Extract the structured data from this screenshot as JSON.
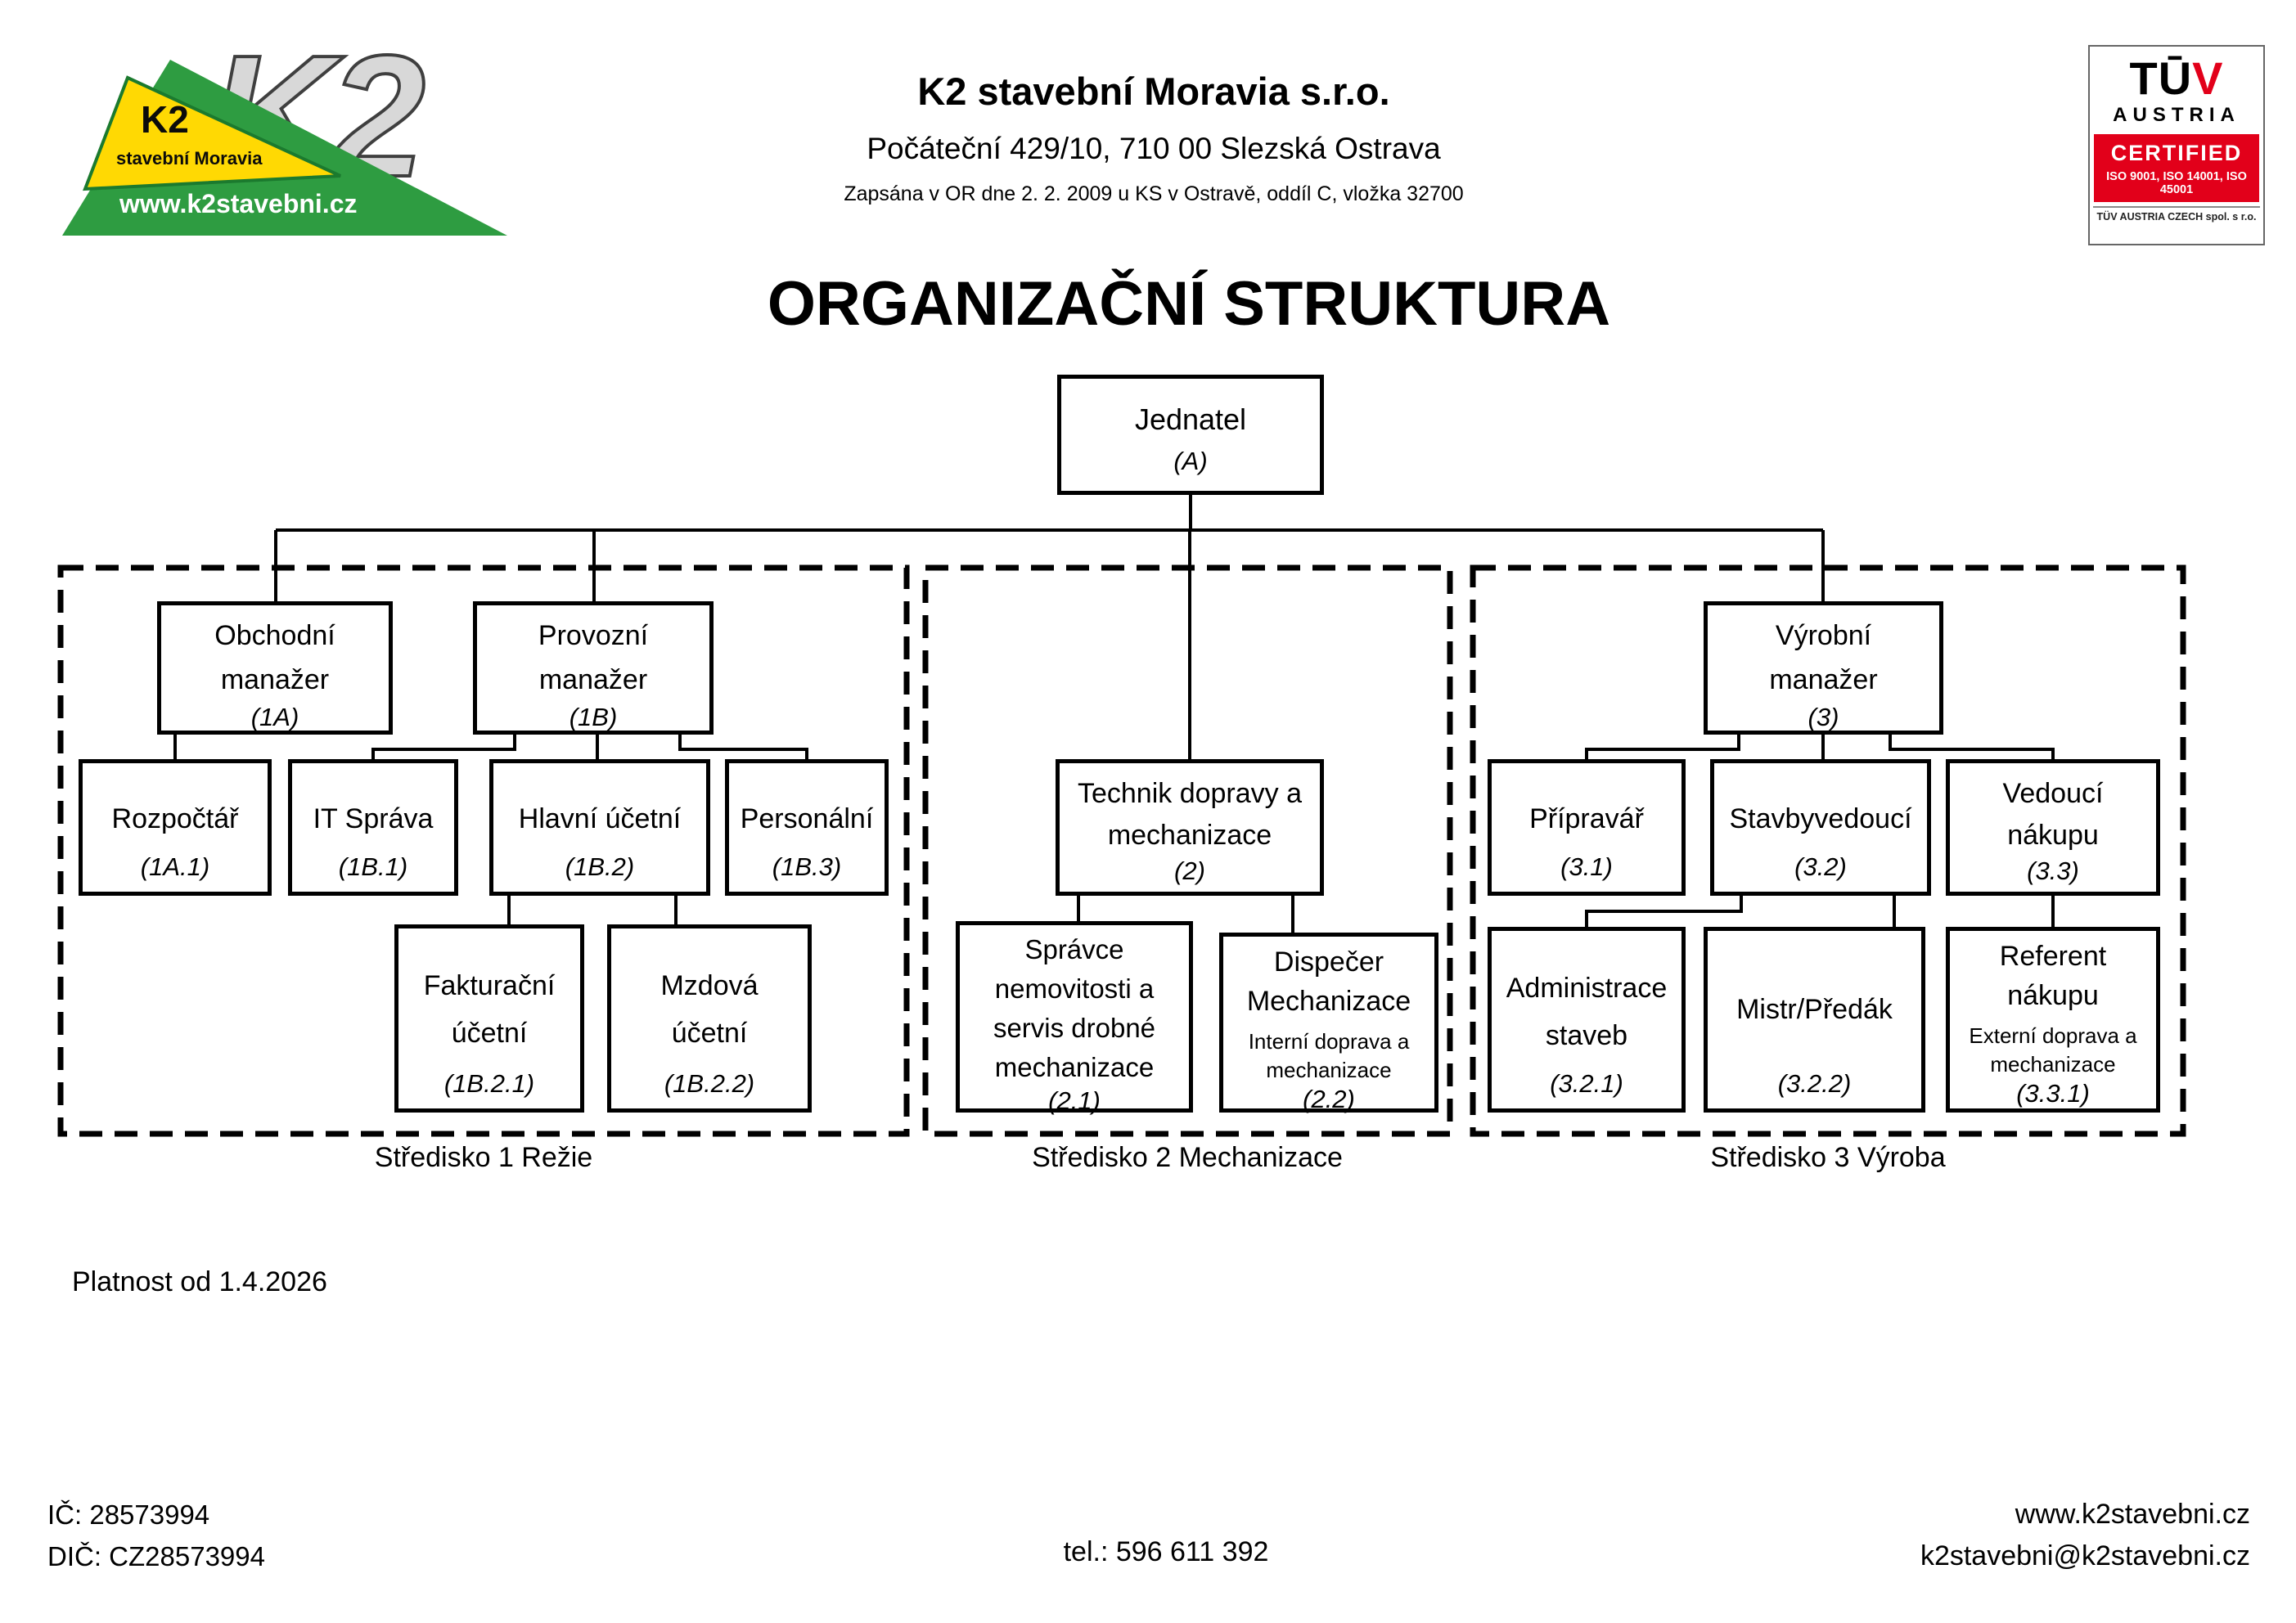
{
  "header": {
    "logo": {
      "big_mark": "K2",
      "mark": "K2",
      "subtitle": "stavební Moravia",
      "website": "www.k2stavebni.cz"
    },
    "company": {
      "name": "K2 stavební Moravia s.r.o.",
      "address": "Počáteční 429/10, 710 00  Slezská Ostrava",
      "registration": "Zapsána v OR dne 2. 2. 2009 u KS v Ostravě, oddíl C, vložka 32700"
    },
    "tuv": {
      "brand_tu": "TŪ",
      "brand_v": "V",
      "country": "AUSTRIA",
      "certified": "CERTIFIED",
      "standards": "ISO 9001, ISO 14001, ISO 45001",
      "company": "TÜV AUSTRIA CZECH spol. s r.o."
    }
  },
  "title": "ORGANIZAČNÍ STRUKTURA",
  "chart": {
    "boxes": {
      "jednatel": {
        "title": "Jednatel",
        "code": "(A)"
      },
      "obchodni": {
        "title": "Obchodní\nmanažer",
        "code": "(1A)"
      },
      "provozni": {
        "title": "Provozní\nmanažer",
        "code": "(1B)"
      },
      "rozpoctar": {
        "title": "Rozpočtář",
        "code": "(1A.1)"
      },
      "it_sprava": {
        "title": "IT Správa",
        "code": "(1B.1)"
      },
      "hlavni_ucetni": {
        "title": "Hlavní účetní",
        "code": "(1B.2)"
      },
      "personalni": {
        "title": "Personální",
        "code": "(1B.3)"
      },
      "fakturacni": {
        "title": "Fakturační\núčetní",
        "code": "(1B.2.1)"
      },
      "mzdova": {
        "title": "Mzdová\núčetní",
        "code": "(1B.2.2)"
      },
      "technik": {
        "title": "Technik dopravy a\nmechanizace",
        "code": "(2)"
      },
      "spravce": {
        "title": "Správce\nnemovitosti a\nservis drobné\nmechanizace",
        "code": "(2.1)"
      },
      "dispecer": {
        "title": "Dispečer\nMechanizace",
        "sub": "Interní doprava a\nmechanizace",
        "code": "(2.2)"
      },
      "vyrobni": {
        "title": "Výrobní\nmanažer",
        "code": "(3)"
      },
      "pripravar": {
        "title": "Přípravář",
        "code": "(3.1)"
      },
      "stavbyvedouci": {
        "title": "Stavbyvedoucí",
        "code": "(3.2)"
      },
      "vedouci": {
        "title": "Vedoucí\nnákupu",
        "code": "(3.3)"
      },
      "administrace": {
        "title": "Administrace\nstaveb",
        "code": "(3.2.1)"
      },
      "mistr": {
        "title": "Mistr/Předák",
        "code": "(3.2.2)"
      },
      "referent": {
        "title": "Referent\nnákupu",
        "sub": "Externí doprava a\nmechanizace",
        "code": "(3.3.1)"
      }
    },
    "groups": [
      {
        "label": "Středisko 1 Režie"
      },
      {
        "label": "Středisko 2 Mechanizace"
      },
      {
        "label": "Středisko 3 Výroba"
      }
    ]
  },
  "footer": {
    "validity": "Platnost od 1.4.2026",
    "ic": "IČ: 28573994",
    "dic": "DIČ: CZ28573994",
    "tel": "tel.: 596 611 392",
    "web": "www.k2stavebni.cz",
    "email": "k2stavebni@k2stavebni.cz"
  },
  "colors": {
    "brand_green": "#2E9C41",
    "brand_yellow": "#FFD903",
    "k2_gray": "#D8D8D8",
    "tuv_red": "#E2001A",
    "line_black": "#000000"
  }
}
